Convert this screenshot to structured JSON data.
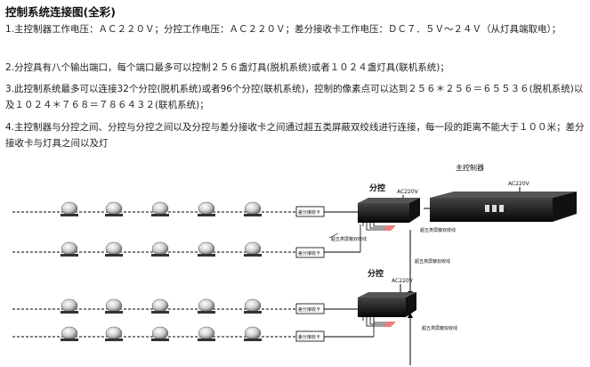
{
  "title": "控制系统连接图(全彩)",
  "paragraphs": [
    "1.主控制器工作电压：ＡＣ２２０Ｖ；分控工作电压：ＡＣ２２０Ｖ；差分接收卡工作电压：ＤＣ７．５Ｖ～２４Ｖ（从灯具端取电）；",
    "2.分控具有八个输出端口，每个端口最多可以控制２５６盏灯具(脱机系统)或者１０２４盏灯具(联机系统)；",
    "3.此控制系统最多可以连接32个分控(脱机系统)或者96个分控(联机系统)，控制的像素点可以达到２５６＊２５６＝６５５３６(脱机系统)以及１０２４＊７６８＝７８６４３２(联机系统)；",
    "4.主控制器与分控之间、分控与分控之间以及分控与差分接收卡之间通过超五类屏蔽双绞线进行连接，每一段的距离不能大于１００米；差分接收卡与灯具之间以及灯"
  ],
  "diagram": {
    "main_controller_label": "主控制器",
    "main_voltage": "AC220V",
    "sub_controller_label": "分控",
    "sub1_voltage": "AC220V",
    "sub2_voltage": "AC220V",
    "receiver_label": "差分接收卡",
    "cable_label": "超五类屏蔽双绞线"
  }
}
